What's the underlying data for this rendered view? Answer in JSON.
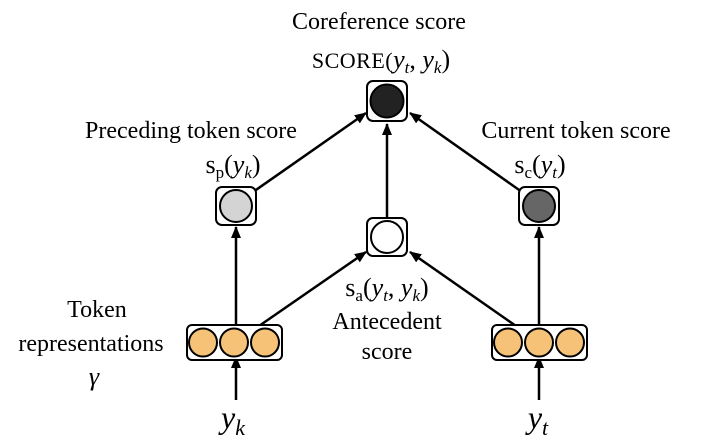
{
  "nodes": {
    "coreference": {
      "title": "Coreference score",
      "formula_func": "SCORE(",
      "formula_var1": "y",
      "formula_sub1": "t",
      "formula_sep": ", ",
      "formula_var2": "y",
      "formula_sub2": "k",
      "formula_close": ")",
      "color": "#222222"
    },
    "preceding": {
      "title": "Preceding token score",
      "func": "s",
      "func_sub": "p",
      "open": "(",
      "var": "y",
      "var_sub": "k",
      "close": ")",
      "color": "#d4d4d4"
    },
    "current": {
      "title": "Current token score",
      "func": "s",
      "func_sub": "c",
      "open": "(",
      "var": "y",
      "var_sub": "t",
      "close": ")",
      "color": "#666666"
    },
    "antecedent": {
      "func": "s",
      "func_sub": "a",
      "open": "(",
      "var1": "y",
      "var1_sub": "t",
      "sep": ", ",
      "var2": "y",
      "var2_sub": "k",
      "close": ")",
      "line1": "Antecedent",
      "line2": "score",
      "color": "#ffffff"
    },
    "token_repr": {
      "line1": "Token",
      "line2": "representations",
      "symbol": "γ",
      "circle_color": "#f5c277"
    }
  },
  "inputs": {
    "left": {
      "var": "y",
      "sub": "k"
    },
    "right": {
      "var": "y",
      "sub": "t"
    }
  }
}
